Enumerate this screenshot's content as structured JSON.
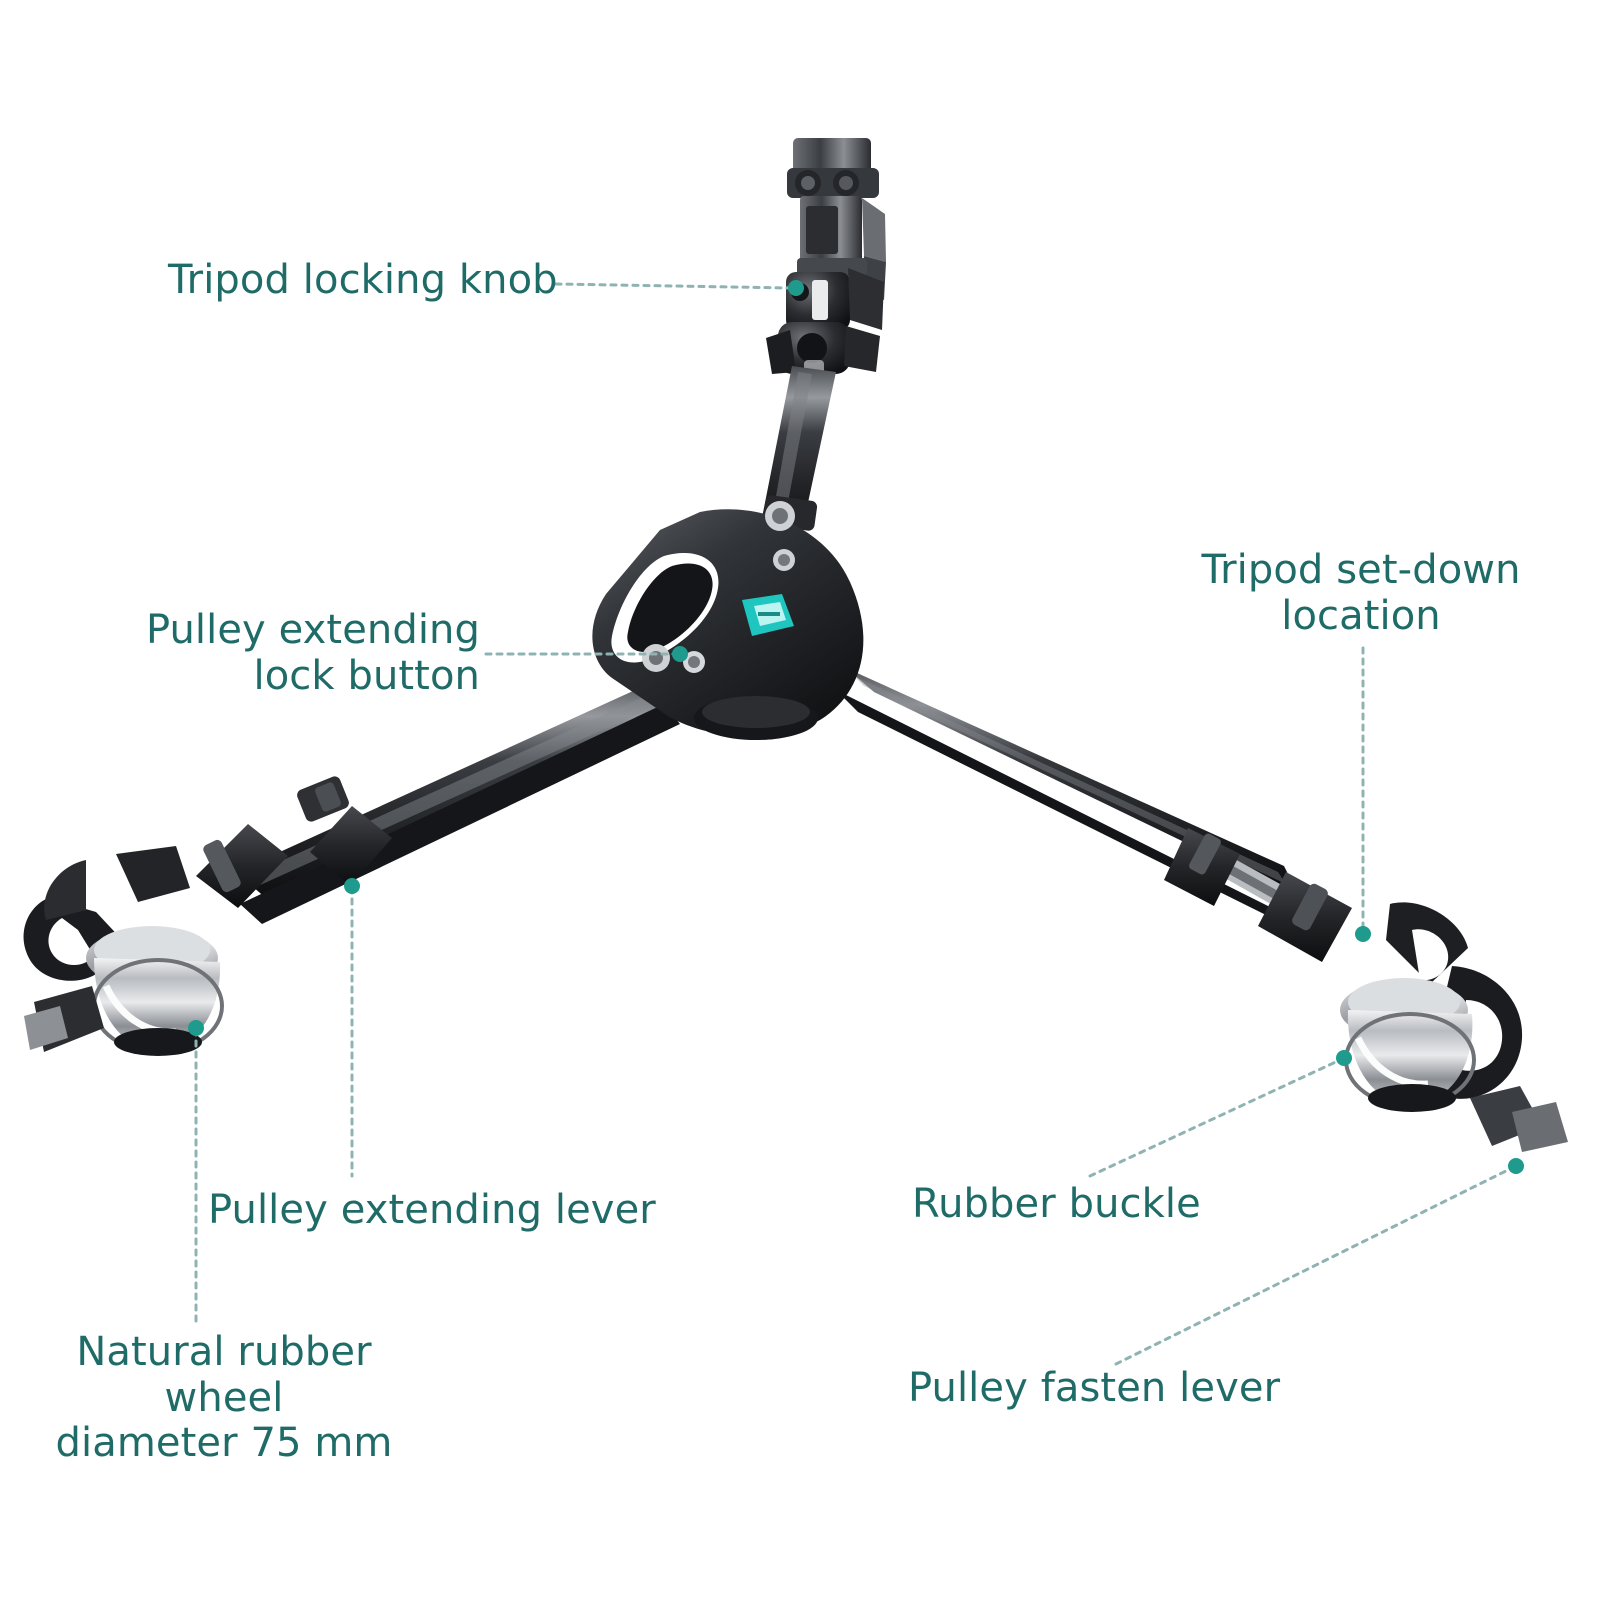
{
  "diagram": {
    "title": "Tripod dolly annotated parts diagram",
    "background_color": "#ffffff",
    "accent_color": "#1f6b68",
    "leader_color": "#8fb3b2",
    "anchor_dot_color": "#1f9b8e",
    "brand_badge_color": "#1fc6c0",
    "product": "camera tripod dolly with three wheeled legs",
    "labels": [
      {
        "id": "tripod-locking-knob",
        "text": "Tripod locking knob",
        "align": "left",
        "lines": [
          "Tripod locking knob"
        ]
      },
      {
        "id": "pulley-extending-lock-button",
        "text": "Pulley extending lock button",
        "align": "right",
        "lines": [
          "Pulley extending",
          "lock button"
        ]
      },
      {
        "id": "tripod-set-down-location",
        "text": "Tripod set-down location",
        "align": "center",
        "lines": [
          "Tripod set-down",
          "location"
        ]
      },
      {
        "id": "pulley-extending-lever",
        "text": "Pulley extending lever",
        "align": "left",
        "lines": [
          "Pulley extending lever"
        ]
      },
      {
        "id": "natural-rubber-wheel",
        "text": "Natural rubber wheel diameter 75 mm",
        "align": "center",
        "lines": [
          "Natural rubber wheel",
          "diameter 75 mm"
        ]
      },
      {
        "id": "rubber-buckle",
        "text": "Rubber buckle",
        "align": "left",
        "lines": [
          "Rubber buckle"
        ]
      },
      {
        "id": "pulley-fasten-lever",
        "text": "Pulley fasten lever",
        "align": "left",
        "lines": [
          "Pulley fasten lever"
        ]
      }
    ],
    "measurements": {
      "wheel_diameter": "75 mm"
    }
  }
}
